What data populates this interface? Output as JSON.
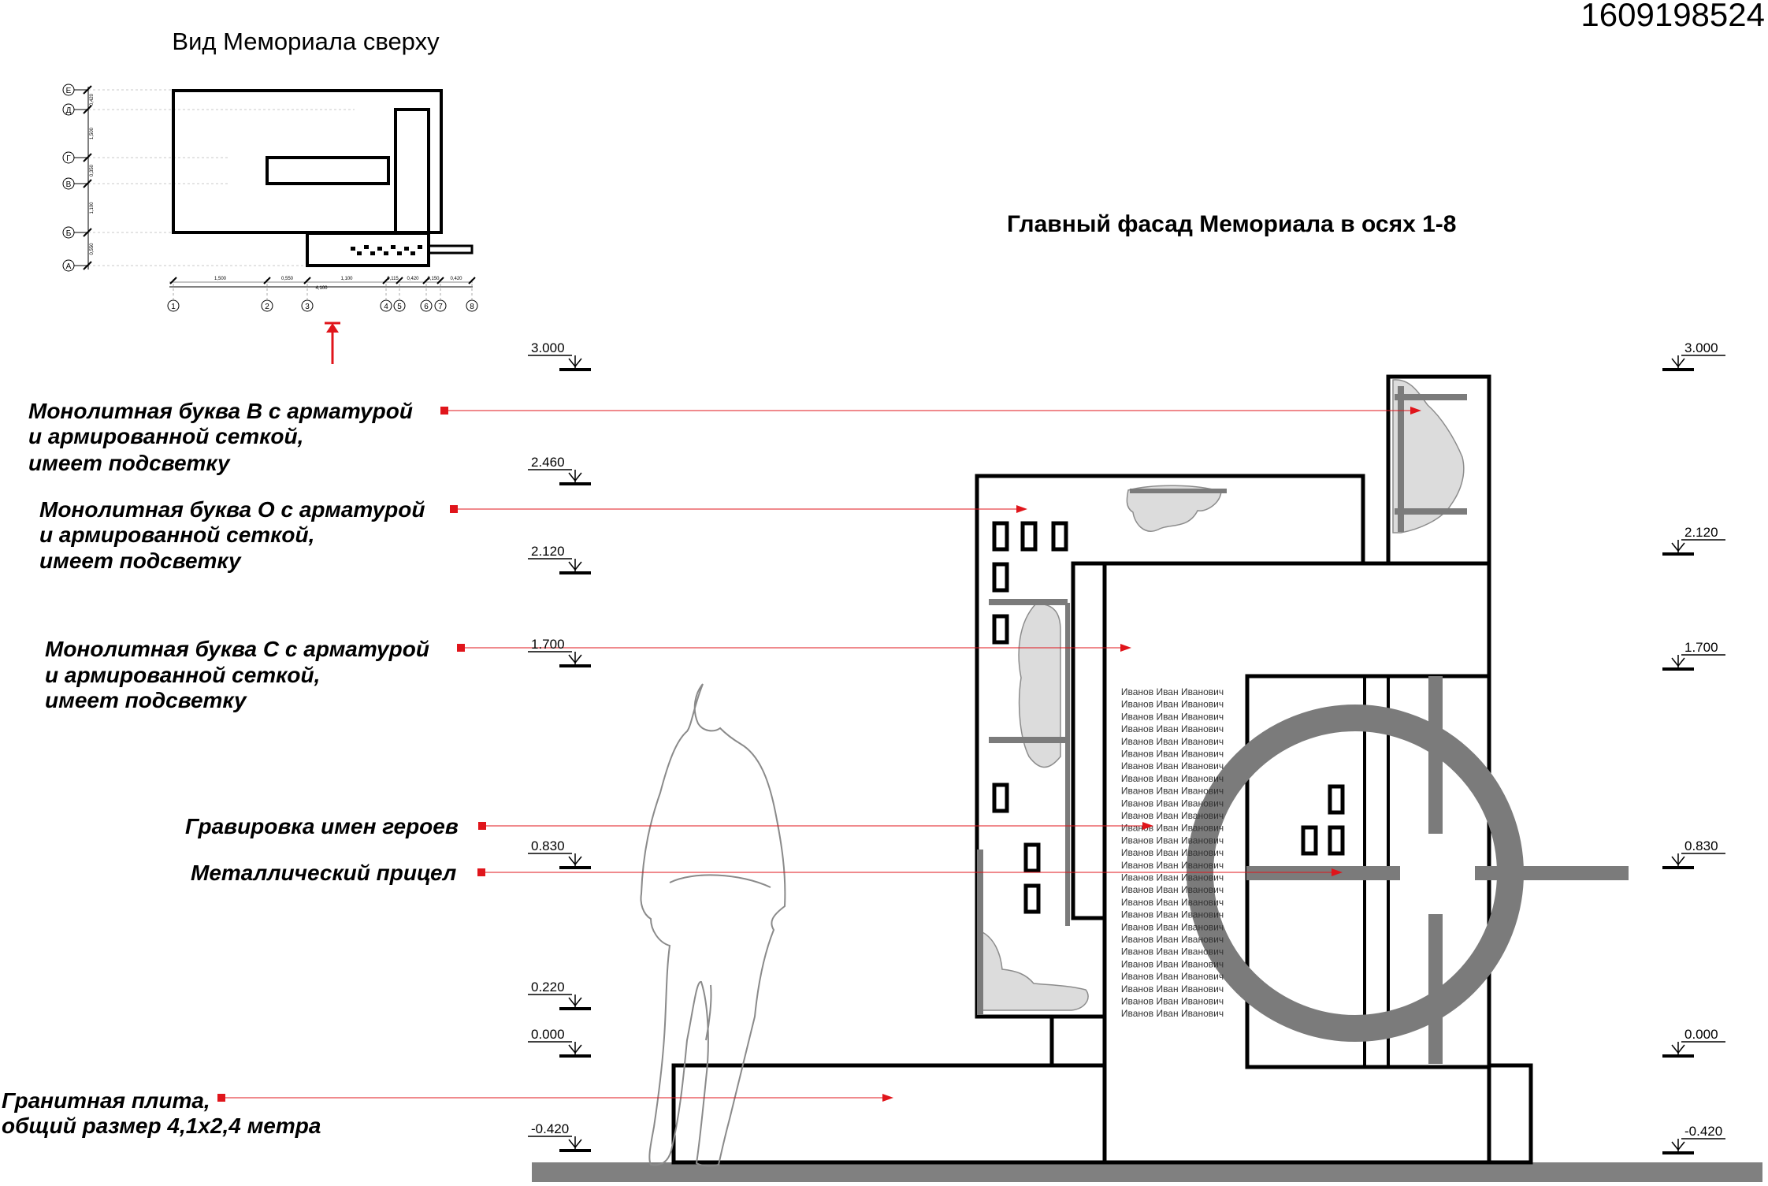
{
  "sheet_number": "1609198524",
  "plan": {
    "title": "Вид Мемориала сверху",
    "row_axes": [
      "Е",
      "Д",
      "Г",
      "В",
      "Б",
      "А"
    ],
    "row_dims": [
      "0,420",
      "1,500",
      "0,350",
      "1,100",
      "0,550"
    ],
    "col_axes": [
      "1",
      "2",
      "3",
      "4",
      "5",
      "6",
      "7",
      "8"
    ],
    "col_dims": [
      "1,500",
      "0,550",
      "1,100",
      "0,115",
      "0,420",
      "0,150",
      "0,420"
    ],
    "total_dim": "4,100"
  },
  "facade": {
    "title": "Главный фасад  Мемориала в осях 1-8",
    "names": [
      "Иванов Иван Иванович",
      "Иванов Иван Иванович",
      "Иванов Иван Иванович",
      "Иванов Иван Иванович",
      "Иванов Иван Иванович",
      "Иванов Иван Иванович",
      "Иванов Иван Иванович",
      "Иванов Иван Иванович",
      "Иванов Иван Иванович",
      "Иванов Иван Иванович",
      "Иванов Иван Иванович",
      "Иванов Иван Иванович",
      "Иванов Иван Иванович",
      "Иванов Иван Иванович",
      "Иванов Иван Иванович",
      "Иванов Иван Иванович",
      "Иванов Иван Иванович",
      "Иванов Иван Иванович",
      "Иванов Иван Иванович",
      "Иванов Иван Иванович",
      "Иванов Иван Иванович",
      "Иванов Иван Иванович",
      "Иванов Иван Иванович",
      "Иванов Иван Иванович",
      "Иванов Иван Иванович",
      "Иванов Иван Иванович",
      "Иванов Иван Иванович"
    ]
  },
  "levels_left": [
    "3.000",
    "2.460",
    "2.120",
    "1.700",
    "0.830",
    "0.220",
    "0.000",
    "-0.420"
  ],
  "levels_right": [
    "3.000",
    "2.120",
    "1.700",
    "0.830",
    "0.000",
    "-0.420"
  ],
  "callouts": {
    "letter_v": [
      "Монолитная буква В с арматурой",
      "и армированной сеткой,",
      "имеет подсветку"
    ],
    "letter_o": [
      "Монолитная буква О с арматурой",
      "и армированной сеткой,",
      "имеет подсветку"
    ],
    "letter_s": [
      "Монолитная буква С с арматурой",
      "и армированной сеткой,",
      "имеет подсветку"
    ],
    "engraving": [
      "Гравировка имен героев"
    ],
    "sight": [
      "Металлический прицел"
    ],
    "slab": [
      "Гранитная плита,",
      "общий размер 4,1х2,4 метра"
    ]
  },
  "colors": {
    "line": "#000000",
    "accent": "#e0151b",
    "steel": "#7b7b7b",
    "stone": "#dcdcdc",
    "ground": "#808080",
    "guide": "#c8c8c8"
  }
}
